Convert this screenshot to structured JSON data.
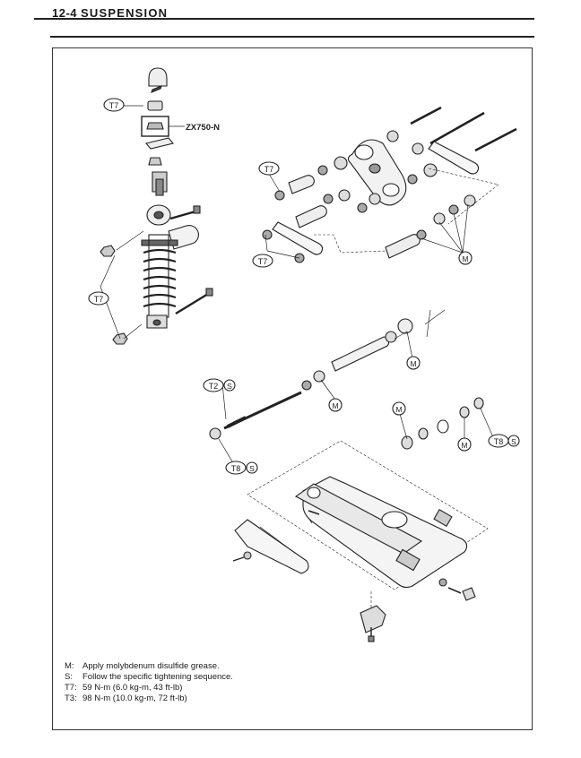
{
  "header": {
    "page_number": "12-4",
    "title": "SUSPENSION"
  },
  "diagram": {
    "callouts": {
      "t7_top": "T7",
      "t7_link_upper": "T7",
      "t7_link_lower": "T7",
      "t7_shock_side": "T7",
      "t2": "T2",
      "s_t2": "S",
      "t8_left": "T8",
      "s_t8_left": "S",
      "t8_right": "T8",
      "s_t8_right": "S",
      "m_link": "M",
      "m_pivot": "M",
      "m_shaft": "M",
      "m_right_upper": "M",
      "m_right_lower": "M"
    },
    "model_label": "ZX750-N"
  },
  "legend": [
    {
      "key": "M:",
      "text": "Apply molybdenum disulfide grease."
    },
    {
      "key": "S:",
      "text": "Follow the specific tightening sequence."
    },
    {
      "key": "T7:",
      "text": "59 N-m (6.0 kg-m, 43 ft-lb)"
    },
    {
      "key": "T3:",
      "text": "98 N-m (10.0 kg-m, 72 ft-lb)"
    }
  ]
}
